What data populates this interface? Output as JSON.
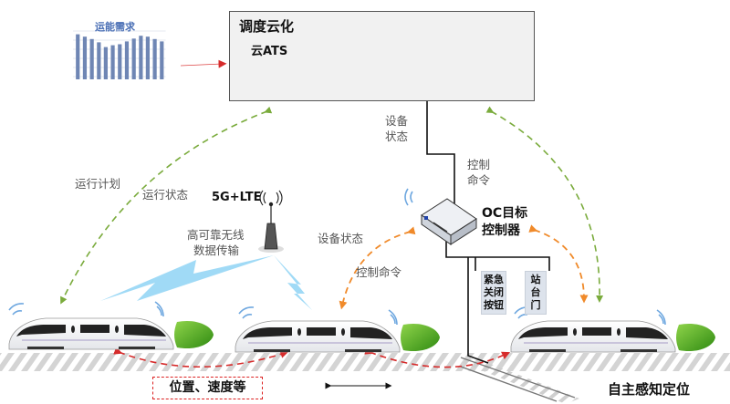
{
  "cloud_dispatch": {
    "title": "调度云化",
    "subtitle": "云ATS"
  },
  "demand_chart": {
    "title": "运能需求",
    "bar_levels": [
      0.95,
      0.9,
      0.85,
      0.78,
      0.68,
      0.72,
      0.74,
      0.8,
      0.86,
      0.92,
      0.9,
      0.85,
      0.8
    ]
  },
  "links": {
    "device_status_top": "设备\n状态",
    "control_cmd_top": "控制\n命令",
    "run_plan": "运行计划",
    "run_status": "运行状态",
    "device_status_mid": "设备状态",
    "control_cmd_mid": "控制命令"
  },
  "wireless": {
    "label": "5G+LTE",
    "description_line1": "高可靠无线",
    "description_line2": "数据传输"
  },
  "oc_controller": {
    "line1": "OC目标",
    "line2": "控制器"
  },
  "field_devices": {
    "emergency_button": [
      "紧",
      "急",
      "关",
      "闭",
      "按",
      "钮"
    ],
    "emergency_rows": [
      "紧急",
      "关闭",
      "按钮"
    ],
    "platform_door": [
      "站",
      "台",
      "门"
    ]
  },
  "bottom": {
    "position_speed": "位置、速度等",
    "self_positioning": "自主感知定位"
  },
  "colors": {
    "green_arrow": "#7aab3c",
    "orange_arrow": "#f08a2a",
    "red_arrow": "#d62b2b",
    "cloud_blue": "#2aa7e0",
    "bar_blue": "#6f86b4",
    "wireless_blue": "#6fa8e0",
    "lightning_blue": "#8fd3f4"
  }
}
